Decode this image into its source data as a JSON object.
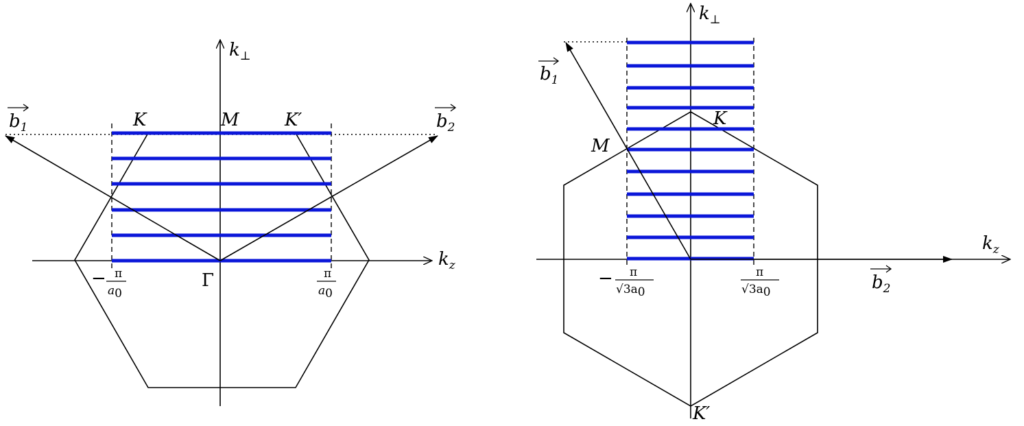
{
  "left": {
    "axis_kz": "k",
    "axis_kz_sub": "z",
    "axis_kperp": "k",
    "axis_kperp_sub": "⊥",
    "vec_b1": "b",
    "vec_b1_sub": "1",
    "vec_b2": "b",
    "vec_b2_sub": "2",
    "point_K": "K",
    "point_M": "M",
    "point_Kp": "K′",
    "point_Gamma": "Γ",
    "tick_neg_minus": "−",
    "tick_neg_num": "π",
    "tick_neg_den": "a",
    "tick_neg_den_sub": "0",
    "tick_pos_num": "π",
    "tick_pos_den": "a",
    "tick_pos_den_sub": "0"
  },
  "right": {
    "axis_kz": "k",
    "axis_kz_sub": "z",
    "axis_kperp": "k",
    "axis_kperp_sub": "⊥",
    "vec_b1": "b",
    "vec_b1_sub": "1",
    "vec_b2": "b",
    "vec_b2_sub": "2",
    "point_K": "K",
    "point_M": "M",
    "point_Kp": "K′",
    "tick_neg_minus": "−",
    "tick_neg_num": "π",
    "tick_neg_den": "√3a",
    "tick_neg_den_sub": "0",
    "tick_pos_num": "π",
    "tick_pos_den": "√3a",
    "tick_pos_den_sub": "0"
  },
  "colors": {
    "bands": "#0b17d9",
    "lines": "#000000"
  }
}
